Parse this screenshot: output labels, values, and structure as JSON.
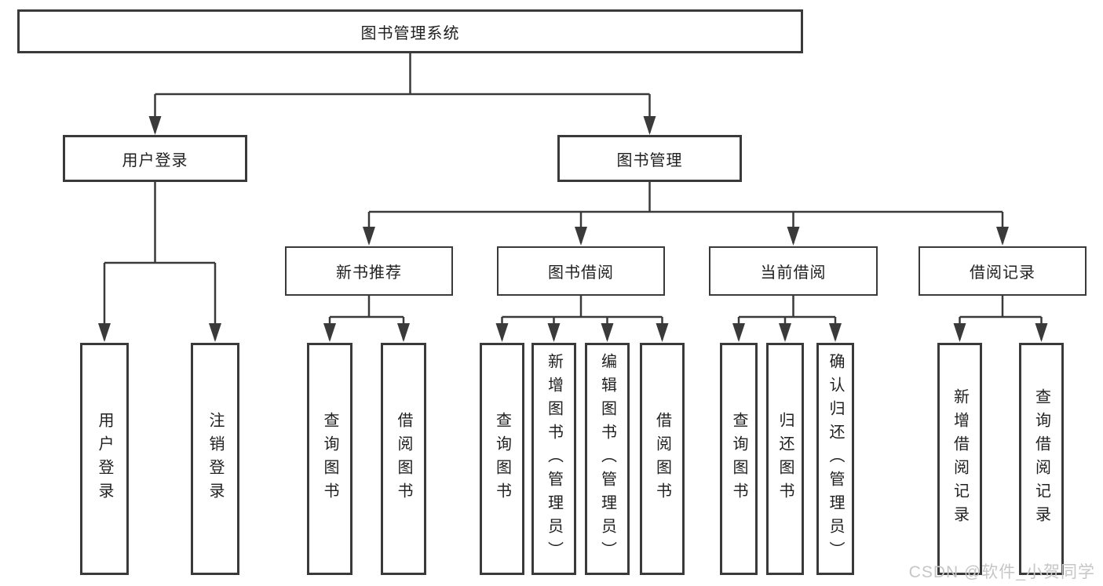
{
  "diagram": {
    "root": {
      "label": "图书管理系统"
    },
    "level2": {
      "user_login": {
        "label": "用户登录"
      },
      "book_management": {
        "label": "图书管理"
      }
    },
    "level3": {
      "new_book_recommend": {
        "label": "新书推荐"
      },
      "book_borrow": {
        "label": "图书借阅"
      },
      "current_borrow": {
        "label": "当前借阅"
      },
      "borrow_records": {
        "label": "借阅记录"
      }
    },
    "leaves": {
      "user_login": "用户登录",
      "logout_login": "注销登录",
      "recommend_query_book": "查询图书",
      "recommend_borrow_book": "借阅图书",
      "borrow_query_book": "查询图书",
      "borrow_add_book_admin": "新增图书（管理员）",
      "borrow_edit_book_admin": "编辑图书（管理员）",
      "borrow_borrow_book": "借阅图书",
      "current_query_book": "查询图书",
      "current_return_book": "归还图书",
      "current_confirm_return_admin": "确认归还（管理员）",
      "records_add_borrow_record": "新增借阅记录",
      "records_query_borrow_record": "查询借阅记录"
    }
  },
  "watermark": {
    "text": "CSDN @软件_小贺同学"
  },
  "colors": {
    "line": "#3a3a3a",
    "text": "#1f1f1f",
    "background": "#ffffff",
    "watermark": "#c6c6c6"
  }
}
